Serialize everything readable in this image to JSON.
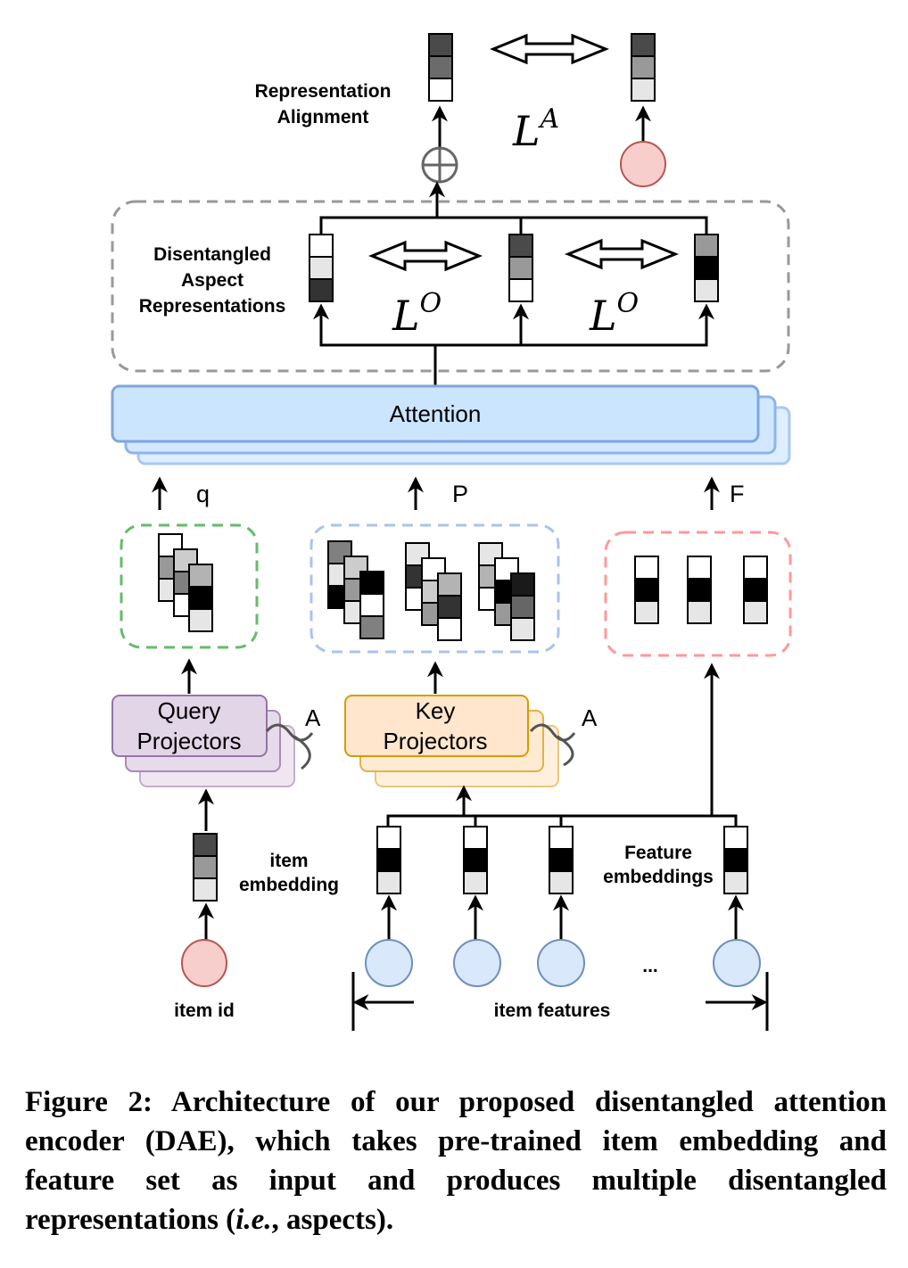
{
  "figure": {
    "top": {
      "label_line1": "Representation",
      "label_line2": "Alignment",
      "loss_symbol": "L",
      "loss_superscript": "A",
      "fused_vector_cells": [
        "#4a4a4a",
        "#6b6b6b",
        "#ffffff"
      ],
      "target_vector_cells": [
        "#4a4a4a",
        "#999999",
        "#e6e6e6"
      ],
      "item_node_color": "#f8cecc"
    },
    "aspects": {
      "label_line1": "Disentangled",
      "label_line2": "Aspect",
      "label_line3": "Representations",
      "loss_symbol": "L",
      "loss_superscript": "O",
      "vectors": [
        [
          "#ffffff",
          "#e6e6e6",
          "#333333"
        ],
        [
          "#4a4a4a",
          "#999999",
          "#ffffff"
        ],
        [
          "#999999",
          "#000000",
          "#e6e6e6"
        ]
      ]
    },
    "attention": {
      "label": "Attention",
      "fill": "#cce5ff",
      "stroke": "#7ea6e0"
    },
    "inputs_to_attention": {
      "query_label": "q",
      "key_label": "P",
      "feature_label": "F"
    },
    "query_group": {
      "border_color": "#66bb6a",
      "stack": [
        [
          "#ffffff",
          "#999999",
          "#e6e6e6"
        ],
        [
          "#cccccc",
          "#808080",
          "#ffffff"
        ],
        [
          "#b3b3b3",
          "#000000",
          "#e6e6e6"
        ]
      ]
    },
    "key_group": {
      "border_color": "#a9c4eb",
      "stacks": [
        [
          [
            "#808080",
            "#e6e6e6",
            "#000000"
          ],
          [
            "#cccccc",
            "#999999",
            "#e6e6e6"
          ],
          [
            "#000000",
            "#ffffff",
            "#808080"
          ]
        ],
        [
          [
            "#e6e6e6",
            "#333333",
            "#ffffff"
          ],
          [
            "#ffffff",
            "#cccccc",
            "#999999"
          ],
          [
            "#b3b3b3",
            "#333333",
            "#ffffff"
          ]
        ],
        [
          [
            "#e6e6e6",
            "#b3b3b3",
            "#ffffff"
          ],
          [
            "#ffffff",
            "#000000",
            "#999999"
          ],
          [
            "#1a1a1a",
            "#666666",
            "#e6e6e6"
          ]
        ]
      ]
    },
    "feature_group": {
      "border_color": "#ff9999",
      "vectors": [
        [
          "#ffffff",
          "#000000",
          "#e6e6e6"
        ],
        [
          "#ffffff",
          "#000000",
          "#e6e6e6"
        ],
        [
          "#ffffff",
          "#000000",
          "#e6e6e6"
        ]
      ]
    },
    "query_projectors": {
      "line1": "Query",
      "line2": "Projectors",
      "count_label": "A",
      "fill": "#e1d5e7",
      "stroke": "#9673a6"
    },
    "key_projectors": {
      "line1": "Key",
      "line2": "Projectors",
      "count_label": "A",
      "fill": "#ffe6cc",
      "stroke": "#d79b00"
    },
    "item_embedding": {
      "label_line1": "item",
      "label_line2": "embedding",
      "cells": [
        "#4a4a4a",
        "#999999",
        "#e6e6e6"
      ]
    },
    "feature_embeddings": {
      "label_line1": "Feature",
      "label_line2": "embeddings",
      "cells": [
        "#ffffff",
        "#000000",
        "#e6e6e6"
      ],
      "count_shown": 4
    },
    "bottom": {
      "item_id_label": "item id",
      "item_features_label": "item features",
      "ellipsis": "...",
      "item_node_color": "#f8cecc",
      "feature_node_color": "#dae8fc"
    }
  },
  "caption": {
    "prefix": "Figure 2: Architecture of our proposed disentangled attention encoder (DAE), which takes pre-trained item embedding and feature set as input and produces multiple disentangled representations (",
    "italic": "i.e.",
    "suffix": ", aspects)."
  }
}
